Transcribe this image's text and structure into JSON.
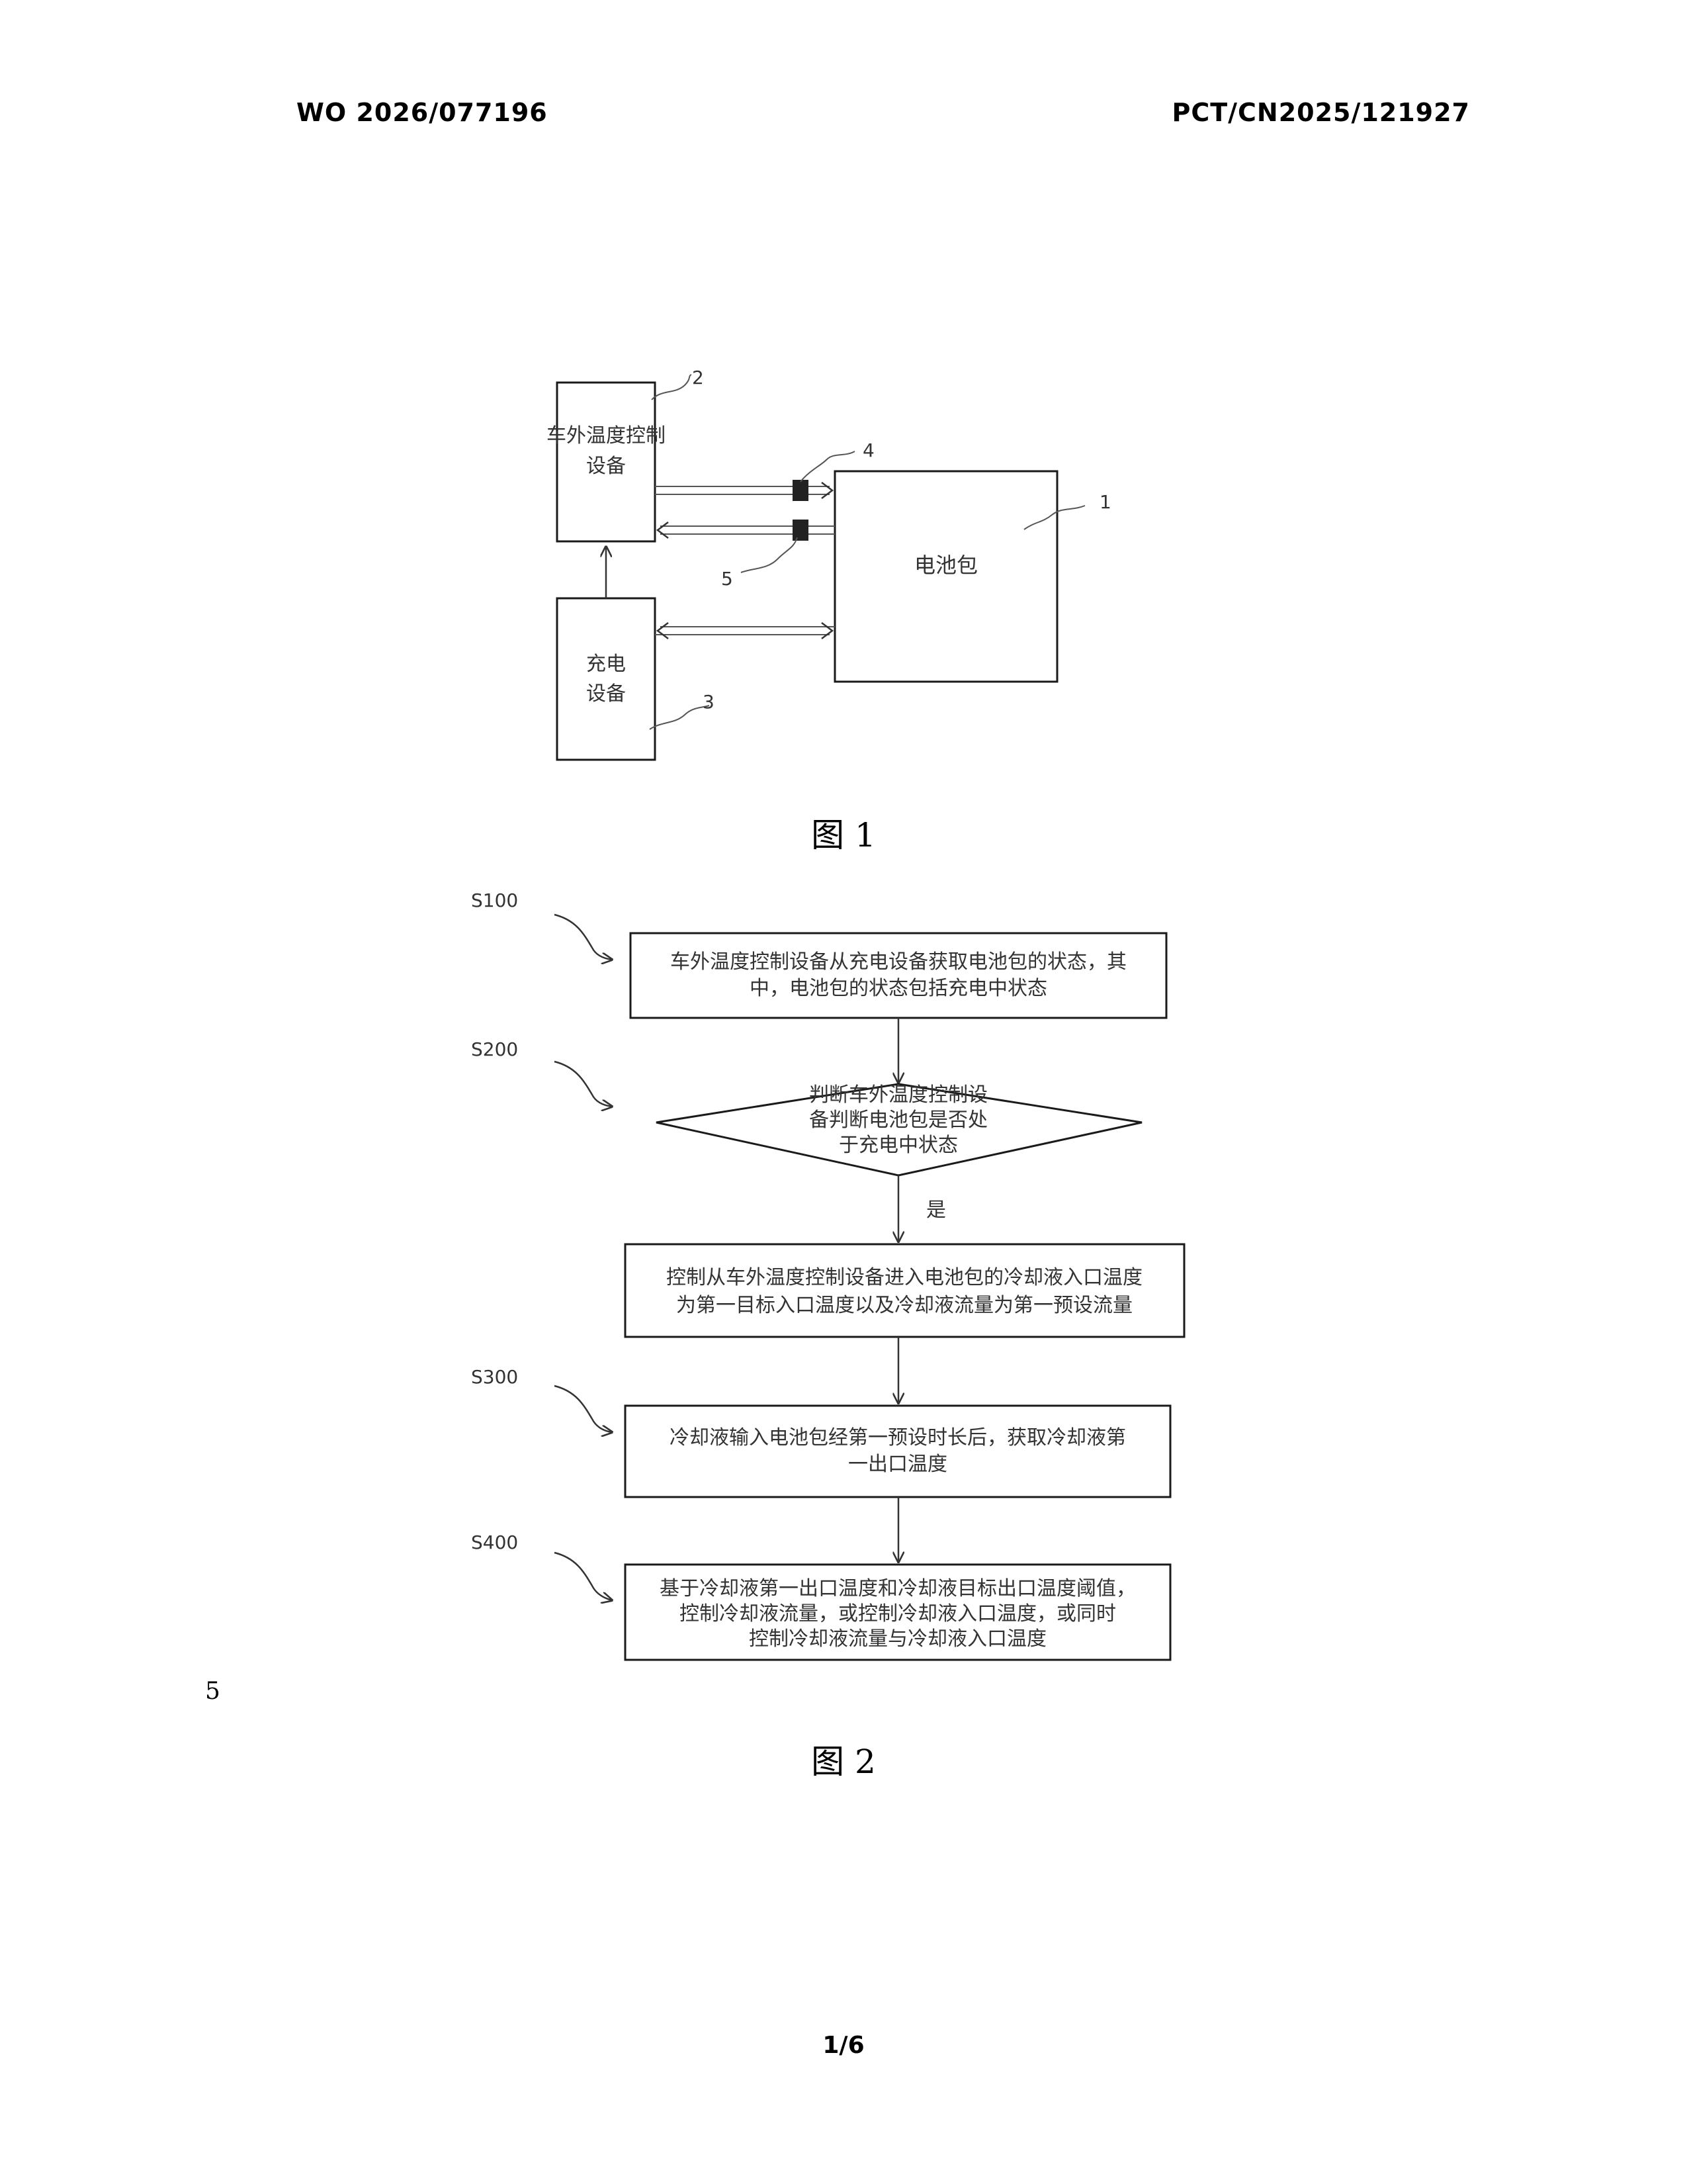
{
  "header": {
    "left": "WO 2026/077196",
    "right": "PCT/CN2025/121927"
  },
  "figure1": {
    "outside_controller": [
      "车外温度控制",
      "设备"
    ],
    "charger": [
      "充电",
      "设备"
    ],
    "battery_pack": "电池包",
    "refs": {
      "battery": "1",
      "controller": "2",
      "charger": "3",
      "valve_in": "4",
      "valve_out": "5"
    },
    "caption": "图 1"
  },
  "figure2": {
    "steps": {
      "s100": {
        "label": "S100",
        "lines": [
          "车外温度控制设备从充电设备获取电池包的状态，其",
          "中，电池包的状态包括充电中状态"
        ]
      },
      "s200": {
        "label": "S200",
        "lines": [
          "判断车外温度控制设",
          "备判断电池包是否处",
          "于充电中状态"
        ]
      },
      "yes": "是",
      "control": {
        "lines": [
          "控制从车外温度控制设备进入电池包的冷却液入口温度",
          "为第一目标入口温度以及冷却液流量为第一预设流量"
        ]
      },
      "s300": {
        "label": "S300",
        "lines": [
          "冷却液输入电池包经第一预设时长后，获取冷却液第",
          "一出口温度"
        ]
      },
      "s400": {
        "label": "S400",
        "lines": [
          "基于冷却液第一出口温度和冷却液目标出口温度阈值，",
          "控制冷却液流量，或控制冷却液入口温度，或同时",
          "控制冷却液流量与冷却液入口温度"
        ]
      }
    },
    "caption": "图 2"
  },
  "line_number": "5",
  "footer": "1/6"
}
